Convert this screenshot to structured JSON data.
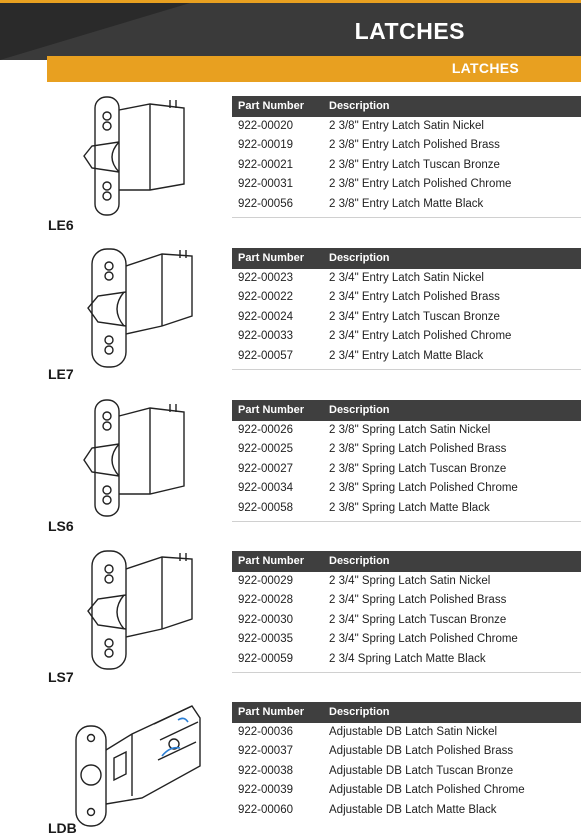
{
  "header": {
    "title": "LATCHES",
    "subtitle": "LATCHES"
  },
  "colors": {
    "accent": "#e8a020",
    "dark": "#3a3a3a"
  },
  "table_headers": {
    "part": "Part Number",
    "desc": "Description"
  },
  "sections": [
    {
      "model": "LE6",
      "rows": [
        {
          "part": "922-00020",
          "desc": "2 3/8\" Entry Latch Satin Nickel"
        },
        {
          "part": "922-00019",
          "desc": "2 3/8\" Entry Latch Polished Brass"
        },
        {
          "part": "922-00021",
          "desc": "2 3/8\" Entry Latch Tuscan Bronze"
        },
        {
          "part": "922-00031",
          "desc": "2 3/8\" Entry Latch Polished Chrome"
        },
        {
          "part": "922-00056",
          "desc": "2 3/8\" Entry Latch Matte Black"
        }
      ]
    },
    {
      "model": "LE7",
      "rows": [
        {
          "part": "922-00023",
          "desc": "2 3/4\" Entry Latch Satin Nickel"
        },
        {
          "part": "922-00022",
          "desc": "2 3/4\" Entry Latch Polished Brass"
        },
        {
          "part": "922-00024",
          "desc": "2 3/4\" Entry Latch Tuscan Bronze"
        },
        {
          "part": "922-00033",
          "desc": "2 3/4\" Entry Latch Polished Chrome"
        },
        {
          "part": "922-00057",
          "desc": "2 3/4\" Entry Latch Matte Black"
        }
      ]
    },
    {
      "model": "LS6",
      "rows": [
        {
          "part": "922-00026",
          "desc": "2 3/8\" Spring Latch Satin Nickel"
        },
        {
          "part": "922-00025",
          "desc": "2 3/8\" Spring Latch Polished Brass"
        },
        {
          "part": "922-00027",
          "desc": "2 3/8\" Spring Latch Tuscan Bronze"
        },
        {
          "part": "922-00034",
          "desc": "2 3/8\" Spring Latch Polished Chrome"
        },
        {
          "part": "922-00058",
          "desc": "2 3/8\" Spring Latch Matte Black"
        }
      ]
    },
    {
      "model": "LS7",
      "rows": [
        {
          "part": "922-00029",
          "desc": "2 3/4\" Spring Latch Satin Nickel"
        },
        {
          "part": "922-00028",
          "desc": "2 3/4\" Spring Latch Polished Brass"
        },
        {
          "part": "922-00030",
          "desc": "2 3/4\" Spring Latch Tuscan Bronze"
        },
        {
          "part": "922-00035",
          "desc": "2 3/4\" Spring Latch Polished Chrome"
        },
        {
          "part": "922-00059",
          "desc": "2 3/4 Spring Latch Matte Black"
        }
      ]
    },
    {
      "model": "LDB",
      "rows": [
        {
          "part": "922-00036",
          "desc": "Adjustable DB Latch Satin Nickel"
        },
        {
          "part": "922-00037",
          "desc": "Adjustable DB Latch Polished Brass"
        },
        {
          "part": "922-00038",
          "desc": "Adjustable DB Latch Tuscan Bronze"
        },
        {
          "part": "922-00039",
          "desc": "Adjustable DB Latch Polished Chrome"
        },
        {
          "part": "922-00060",
          "desc": "Adjustable DB Latch Matte Black"
        }
      ]
    }
  ]
}
